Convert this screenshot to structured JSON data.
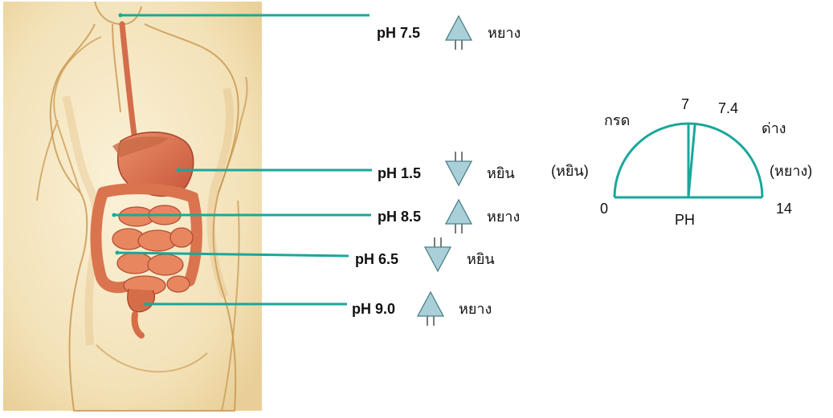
{
  "colors": {
    "leader_line": "#1aa79a",
    "arrow_fill": "#a9d0d8",
    "arrow_stroke": "#4b7f87",
    "gauge_stroke": "#1aa79a",
    "paper": "#f6e9c7",
    "skin_shade": "#d9a860",
    "organ": "#e07a4c"
  },
  "markers": [
    {
      "id": "mouth",
      "ph": "pH 7.5",
      "direction": "up",
      "label": "หยาง"
    },
    {
      "id": "stomach",
      "ph": "pH 1.5",
      "direction": "down",
      "label": "หยิน"
    },
    {
      "id": "duodenum",
      "ph": "pH 8.5",
      "direction": "up",
      "label": "หยาง"
    },
    {
      "id": "small-intestine",
      "ph": "pH 6.5",
      "direction": "down",
      "label": "หยิน"
    },
    {
      "id": "large-intestine",
      "ph": "pH 9.0",
      "direction": "up",
      "label": "หยาง"
    }
  ],
  "gauge": {
    "min_label": "0",
    "max_label": "14",
    "neutral_label": "7",
    "pointer_label": "7.4",
    "acid_label": "กรด",
    "acid_yin_label": "(หยิน)",
    "base_label": "ด่าง",
    "base_yang_label": "(หยาง)",
    "axis_label": "PH",
    "scale_min": 0,
    "scale_max": 14,
    "neutral_value": 7,
    "pointer_value": 7.4
  }
}
